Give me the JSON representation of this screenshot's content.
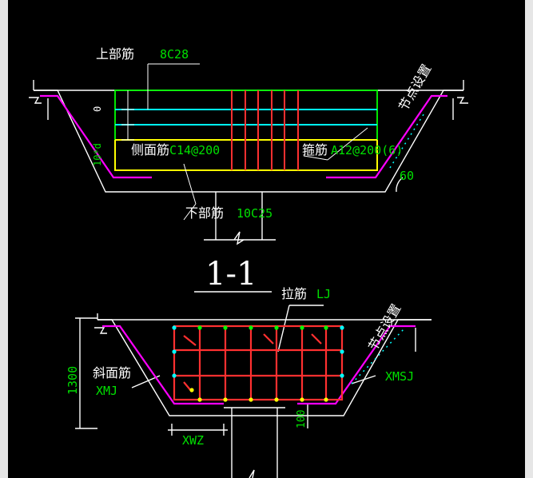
{
  "colors": {
    "background": "#000000",
    "outline": "#ffffff",
    "top_bar": "#00ffff",
    "stirrup": "#ff3030",
    "bottom_bar": "#ffff00",
    "side_frame": "#00ff00",
    "annotation_text": "#00e000",
    "label_text": "#ffffff",
    "slope_line": "#ff00ff"
  },
  "section_title": "1-1",
  "upper": {
    "top_label": "上部筋",
    "top_value": "8C28",
    "side_label": "侧面筋",
    "side_value": "C14@200",
    "stirrup_label": "箍筋",
    "stirrup_value": "A12@200(6)",
    "bottom_label": "下部筋",
    "bottom_value": "10C25",
    "node_label": "节点设置",
    "angle": "60",
    "dim_zero": "0",
    "dim_10d": "10*d"
  },
  "lower": {
    "tie_label": "拉筋",
    "tie_value": "LJ",
    "slope_label": "斜面筋",
    "slope_value": "XMJ",
    "node_label": "节点设置",
    "xmsj": "XMSJ",
    "xwz": "XWZ",
    "dim_1300": "1300",
    "dim_100": "100"
  }
}
